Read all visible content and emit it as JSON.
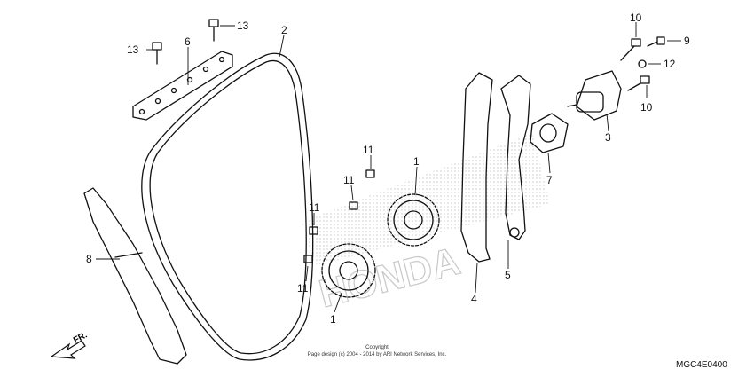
{
  "callouts": {
    "l1a": "1",
    "l1b": "1",
    "l2": "2",
    "l3": "3",
    "l4": "4",
    "l5": "5",
    "l6": "6",
    "l7": "7",
    "l8": "8",
    "l9": "9",
    "l10a": "10",
    "l10b": "10",
    "l11a": "11",
    "l11b": "11",
    "l11c": "11",
    "l11d": "11",
    "l12": "12",
    "l13a": "13",
    "l13b": "13"
  },
  "direction_label": "FR.",
  "watermark_text": "HONDA",
  "copyright_line1": "Copyright",
  "copyright_line2": "Page design (c) 2004 - 2014 by ARI Network Services, Inc.",
  "diagram_code": "MGC4E0400"
}
